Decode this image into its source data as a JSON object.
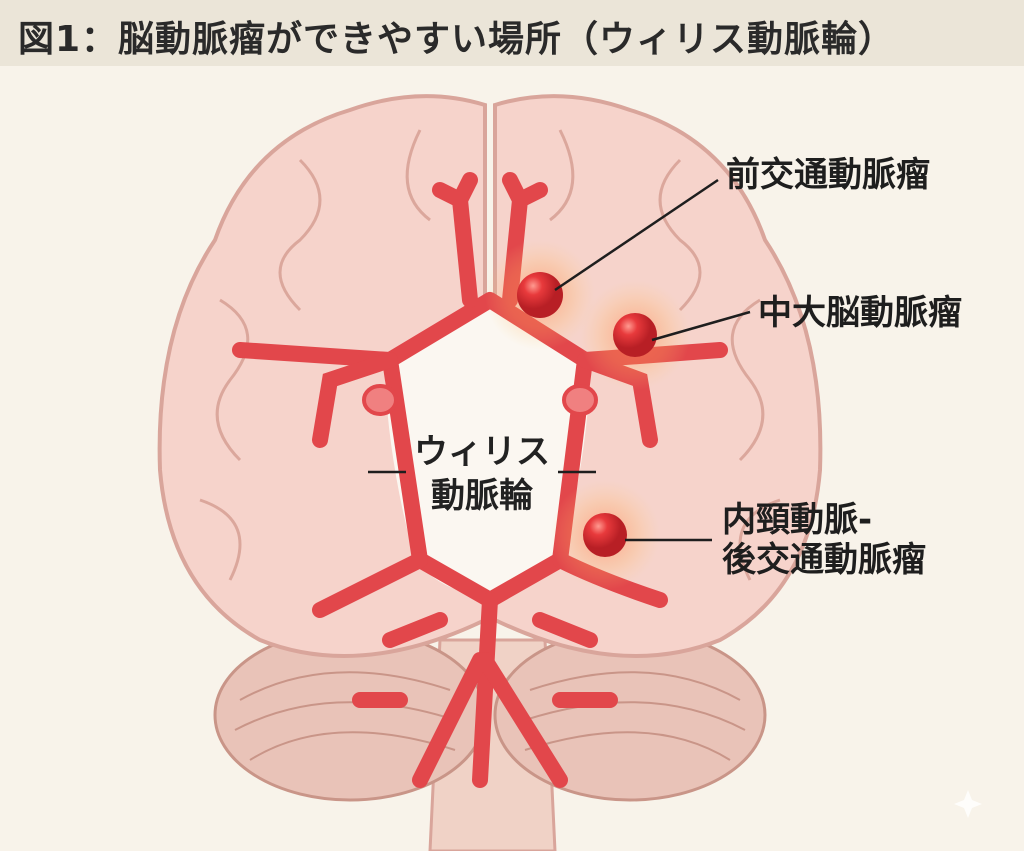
{
  "title": "図1：脳動脈瘤ができやすい場所（ウィリス動脈輪）",
  "center_label": {
    "line1": "ウィリス",
    "line2": "動脈輪"
  },
  "labels": {
    "acom": "前交通動脈瘤",
    "mca": "中大脳動脈瘤",
    "ica_pcom_line1": "内頸動脈-",
    "ica_pcom_line2": "後交通動脈瘤"
  },
  "colors": {
    "artery": "#e2474b",
    "brain": "#f6d3cb",
    "brain_outline": "#d9a59b",
    "cerebellum": "#e9c3b8",
    "aneurysm": "#e32c33",
    "background": "#f8f3ea",
    "titlebar": "#ebe5d8"
  }
}
